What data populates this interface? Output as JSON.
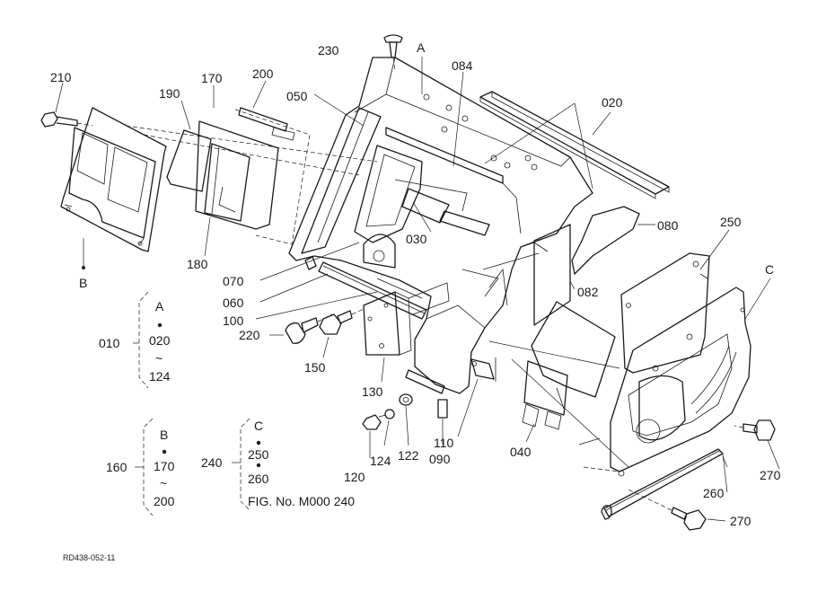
{
  "parts": {
    "p210": "210",
    "p190": "190",
    "p170": "170",
    "p200": "200",
    "p230": "230",
    "pA": "A",
    "p084": "084",
    "p050": "050",
    "p020": "020",
    "p080": "080",
    "p250": "250",
    "pC": "C",
    "p180": "180",
    "pB": "B",
    "p030": "030",
    "p070": "070",
    "p060": "060",
    "p100": "100",
    "p082": "082",
    "p220": "220",
    "p150": "150",
    "p130": "130",
    "p110": "110",
    "p040": "040",
    "p124": "124",
    "p122": "122",
    "p120": "120",
    "p090": "090",
    "p270a": "270",
    "p270b": "270",
    "p260": "260"
  },
  "group_a": {
    "num": "010",
    "head": "A",
    "l1": "020",
    "tilde": "~",
    "l2": "124"
  },
  "group_b": {
    "num": "160",
    "head": "B",
    "l1": "170",
    "tilde": "~",
    "l2": "200"
  },
  "group_c": {
    "num": "240",
    "head": "C",
    "l1": "250",
    "l2": "260",
    "fig": "FIG. No. M000  240"
  },
  "drawing_code": "RD438-052-11"
}
